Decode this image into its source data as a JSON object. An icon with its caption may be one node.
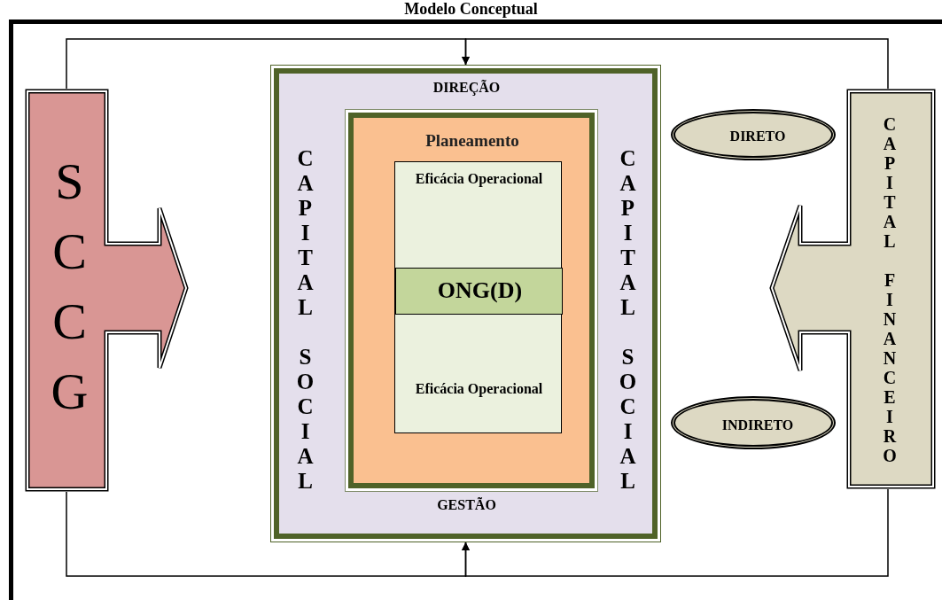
{
  "diagram": {
    "title": "Modelo Conceptual",
    "nodes": [
      {
        "text": [
          "SCCG"
        ]
      },
      {
        "text": [
          "DIREÇÃO",
          "CAPITAL SOCIAL",
          "CAPITAL SOCIAL",
          "GESTÃO"
        ]
      },
      {
        "text": [
          "Planeamento"
        ],
        "in": 1
      },
      {
        "text": [
          "Eficácia Operacional",
          "Eficácia Operacional"
        ],
        "in": 2
      },
      {
        "text": [
          "ONG(D)"
        ],
        "in": 3
      },
      {
        "text": [
          "DIRETO"
        ]
      },
      {
        "text": [
          "INDIRETO"
        ]
      },
      {
        "text": [
          "CAPITAL FINANCEIRO"
        ]
      }
    ],
    "edges": [
      {
        "from": 0,
        "to": 1,
        "arrow": "to"
      },
      {
        "from": 7,
        "to": 1,
        "arrow": "to"
      },
      {
        "from": 0,
        "to": 1,
        "arrow": "to"
      },
      {
        "from": 7,
        "to": 1,
        "arrow": "to"
      }
    ]
  }
}
